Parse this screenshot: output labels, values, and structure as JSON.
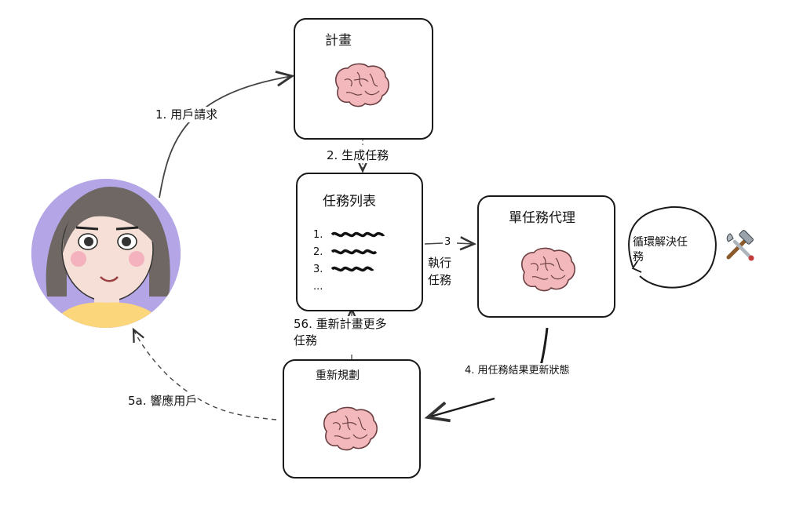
{
  "nodes": {
    "plan": {
      "title": "計畫"
    },
    "task_list": {
      "title": "任務列表",
      "items": [
        "1.",
        "2.",
        "3.",
        "..."
      ]
    },
    "single_agent": {
      "title": "單任務代理"
    },
    "replan": {
      "title": "重新規劃"
    }
  },
  "edges": {
    "user_request": "1. 用戶請求",
    "generate_tasks": "2. 生成任務",
    "execute_step": "3",
    "execute_tasks_line1": "執行",
    "execute_tasks_line2": "任務",
    "loop_solve_line1": "循環解決任",
    "loop_solve_line2": "務",
    "update_state": "4. 用任務結果更新狀態",
    "respond_user": "5a. 響應用戶",
    "replan_more_line1": "56. 重新計畫更多",
    "replan_more_line2": "任務"
  },
  "icons": {
    "user": "user-avatar",
    "brain": "brain-icon",
    "tools": "hammer-wrench-icon"
  },
  "colors": {
    "brain_fill": "#f2b8bb",
    "brain_stroke": "#6a3f42",
    "avatar_bg": "#b4a6e6",
    "hair": "#6e6763",
    "skin": "#f5dfd7",
    "shirt": "#fcd67a"
  }
}
